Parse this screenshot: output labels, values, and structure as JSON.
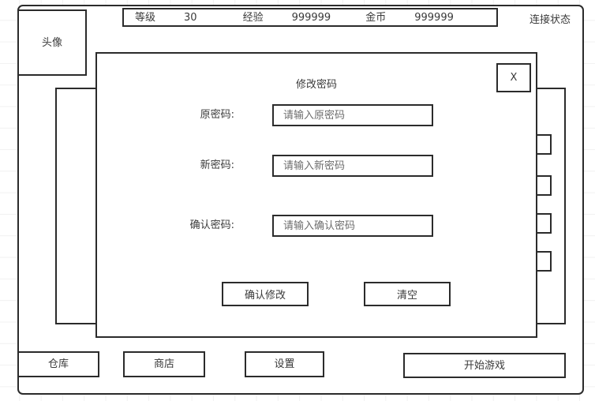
{
  "window": {
    "avatar_label": "头像",
    "connection_status": "连接状态"
  },
  "stats": [
    {
      "label": "等级",
      "value": "30"
    },
    {
      "label": "经验",
      "value": "999999"
    },
    {
      "label": "金币",
      "value": "999999"
    }
  ],
  "dialog": {
    "title": "修改密码",
    "close_label": "X",
    "fields": [
      {
        "label": "原密码:",
        "value": "",
        "placeholder": "请输入原密码"
      },
      {
        "label": "新密码:",
        "value": "",
        "placeholder": "请输入新密码"
      },
      {
        "label": "确认密码:",
        "value": "",
        "placeholder": "请输入确认密码"
      }
    ],
    "confirm_label": "确认修改",
    "clear_label": "清空"
  },
  "nav": {
    "warehouse": "仓库",
    "shop": "商店",
    "settings": "设置",
    "start_game": "开始游戏"
  },
  "colors": {
    "stroke": "#2b2b2b",
    "text": "#3a3a3a",
    "background": "#ffffff"
  }
}
